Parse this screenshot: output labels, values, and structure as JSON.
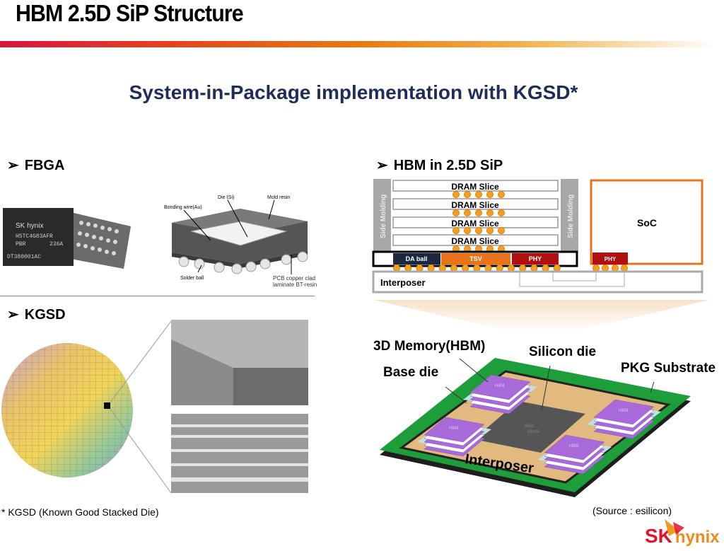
{
  "title": "HBM 2.5D SiP Structure",
  "subtitle": "System-in-Package implementation with KGSD*",
  "sections": {
    "fbga": {
      "label": "FBGA",
      "bullet": "➢"
    },
    "kgsd": {
      "label": "KGSD",
      "bullet": "➢"
    },
    "hbm": {
      "label": "HBM in 2.5D SiP",
      "bullet": "➢"
    }
  },
  "fbga_chip": {
    "brand": "SK hynix",
    "line1": "H5TC4G83AFR",
    "line2": "PBR",
    "line2b": "236A",
    "line3": "DT380001AC"
  },
  "fbga_diagram": {
    "labels": [
      "Bonding wire(Au)",
      "Die (Si)",
      "Mold resin",
      "Solder ball",
      "PCB copper clad laminate BT-resin"
    ]
  },
  "hbm_diagram": {
    "side_molding": "Side Molding",
    "dram_slices": [
      "DRAM Slice",
      "DRAM Slice",
      "DRAM Slice",
      "DRAM Slice"
    ],
    "base": {
      "da_ball": "DA ball",
      "tsv": "TSV",
      "phy": "PHY"
    },
    "soc": "SoC",
    "soc_phy": "PHY",
    "interposer": "Interposer",
    "colors": {
      "orange": "#e8731a",
      "dark_red": "#b01010",
      "navy": "#1c2840",
      "ball": "#f5a21a"
    }
  },
  "package_diagram": {
    "labels": {
      "memory": "3D Memory(HBM)",
      "silicon_die": "Silicon die",
      "base_die": "Base die",
      "substrate": "PKG Substrate",
      "interposer": "Interposer"
    },
    "chip_marks": {
      "hbm": "HBM",
      "asic": "ASIC",
      "asic_size": "15x15"
    },
    "colors": {
      "substrate": "#1e9e3a",
      "interposer": "#e2b97e",
      "hbm": "#a76ad8",
      "asic": "#555555"
    }
  },
  "footnote": "* KGSD (Known Good Stacked Die)",
  "source": "(Source : esilicon)",
  "logo": {
    "sk": "SK",
    "hynix": "hynix"
  }
}
